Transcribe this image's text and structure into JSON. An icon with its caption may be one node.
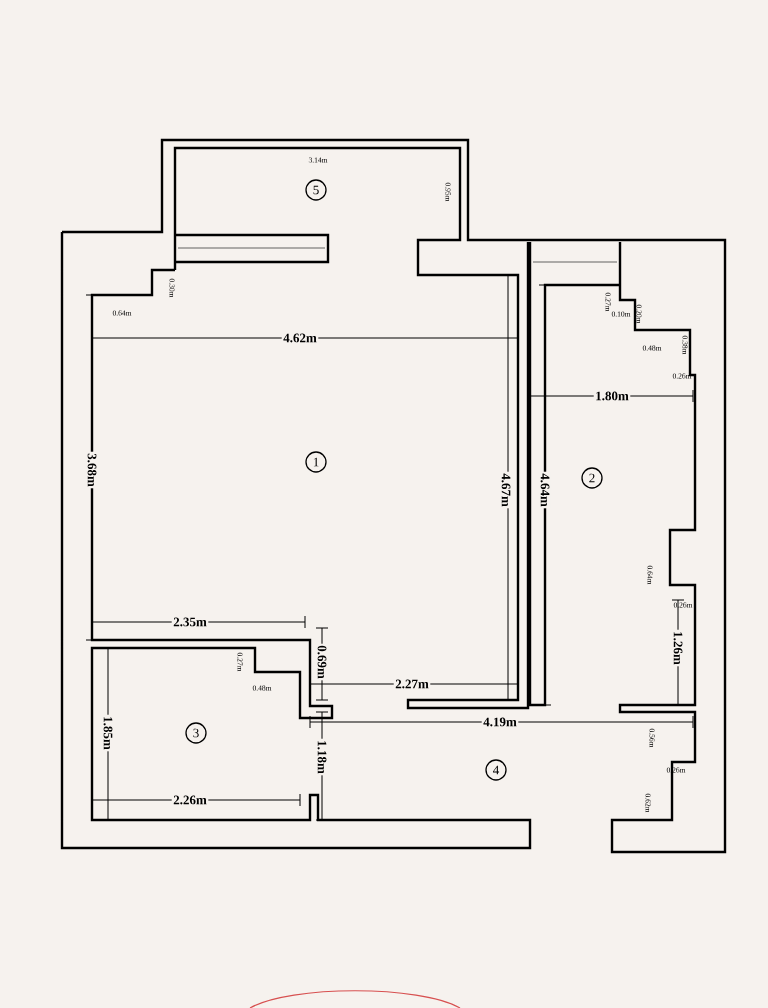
{
  "diagram": {
    "nodes": [
      {
        "text": [
          "5"
        ]
      },
      {
        "text": [
          "1"
        ]
      },
      {
        "text": [
          "2"
        ]
      },
      {
        "text": [
          "3"
        ]
      },
      {
        "text": [
          "4"
        ]
      }
    ],
    "labels": [
      "3.14m",
      "0.95m",
      "0.30m",
      "0.27m",
      "0.64m",
      "0.10m",
      "0.20m",
      "4.62m",
      "0.38m",
      "0.48m",
      "0.26m",
      "1.80m",
      "3.68m",
      "4.67m",
      "4.64m",
      "0.64m",
      "0.26m",
      "2.35m",
      "1.26m",
      "0.69m",
      "0.27m",
      "2.27m",
      "0.48m",
      "4.19m",
      "1.85m",
      "0.56m",
      "1.18m",
      "0.26m",
      "2.26m",
      "0.62m"
    ]
  }
}
